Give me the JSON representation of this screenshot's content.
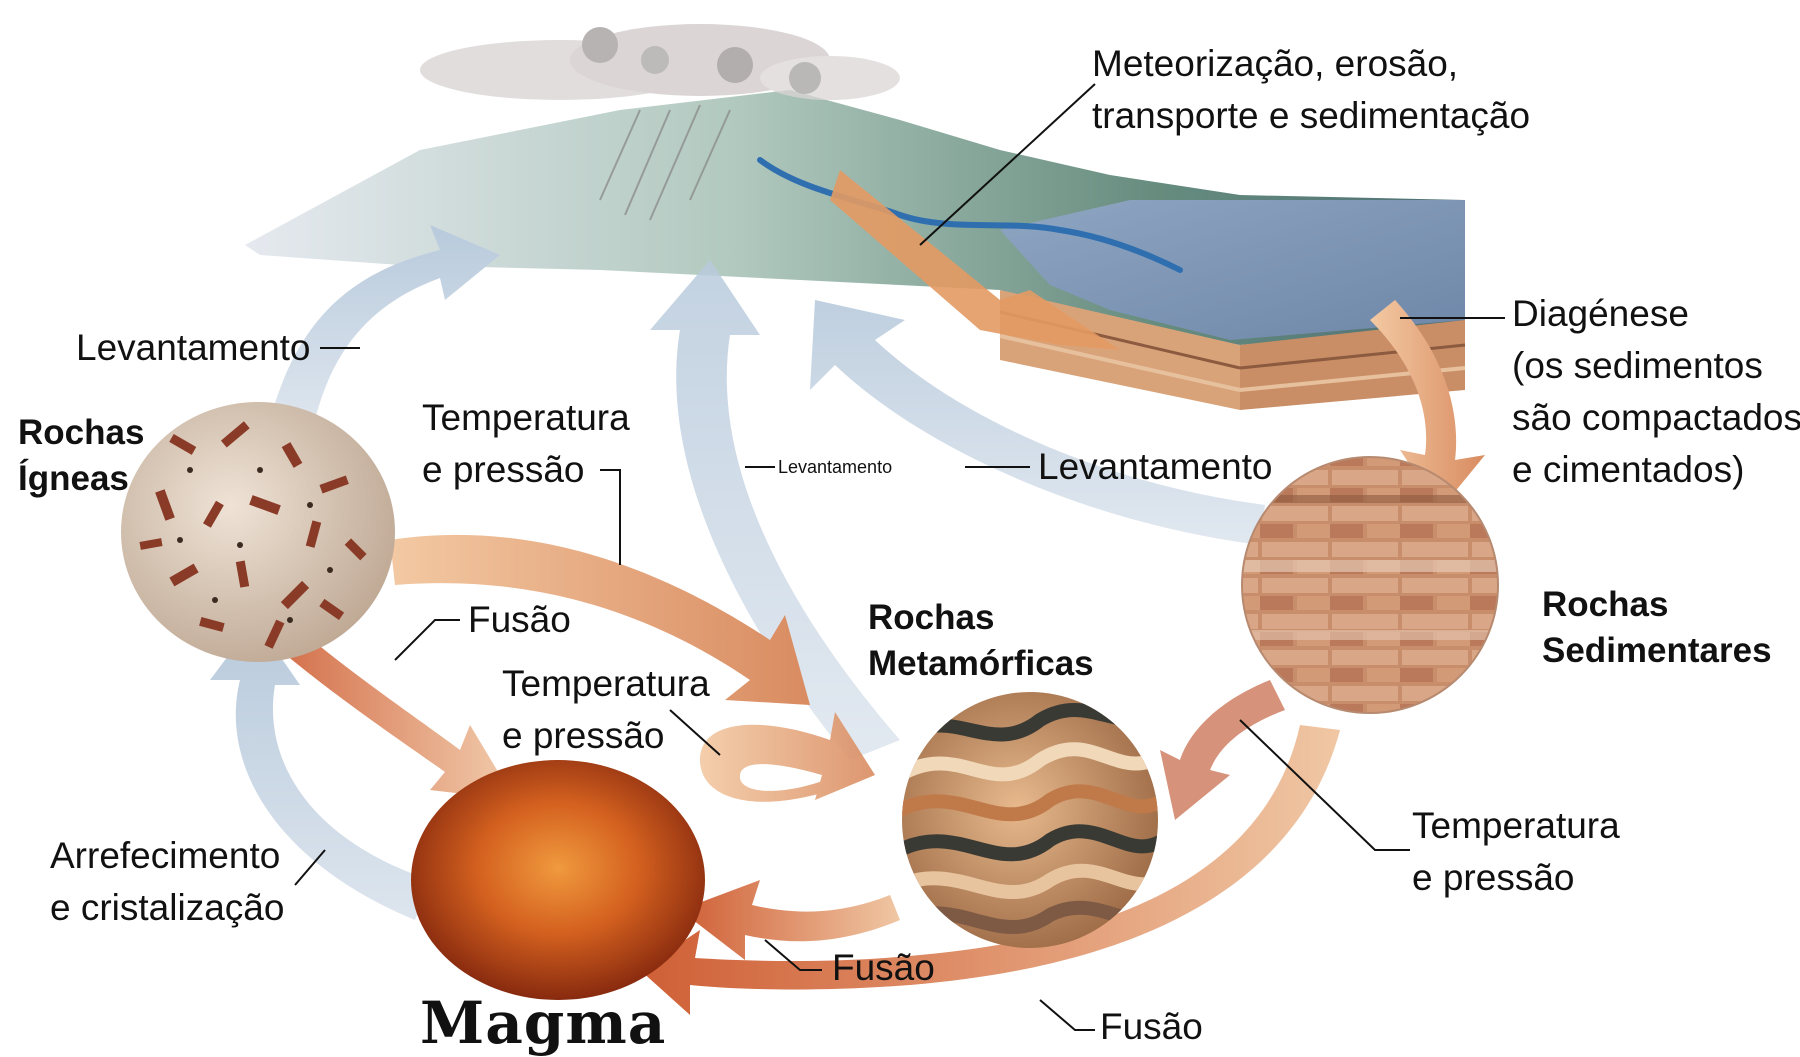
{
  "diagram": {
    "nodes": {
      "igneous": "Rochas\nÍgneas",
      "metamorphic": "Rochas\nMetamórficas",
      "sedimentary": "Rochas\nSedimentares",
      "magma": "Magma"
    },
    "processes": {
      "weathering": "Meteorização, erosão,\ntransporte e sedimentação",
      "diagenesis": "Diagénese\n(os sedimentos\nsão compactados\ne cimentados)",
      "uplift_left": "Levantamento",
      "uplift_middle_small": "Levantamento",
      "uplift_right": "Levantamento",
      "temp_pressure_top": "Temperatura\ne pressão",
      "temp_pressure_middle": "Temperatura\ne pressão",
      "temp_pressure_right": "Temperatura\ne pressão",
      "melting_igneous": "Fusão",
      "melting_metamorphic": "Fusão",
      "melting_sedimentary": "Fusão",
      "cooling": "Arrefecimento\ne cristalização"
    }
  },
  "colors": {
    "uplift_arrow": "#c9d6e4",
    "heat_arrow": "#e8a97a",
    "melt_arrow": "#d9744c",
    "magma": "#c5501c",
    "water": "#2f6fb0",
    "terrain": "#5f8b76"
  }
}
